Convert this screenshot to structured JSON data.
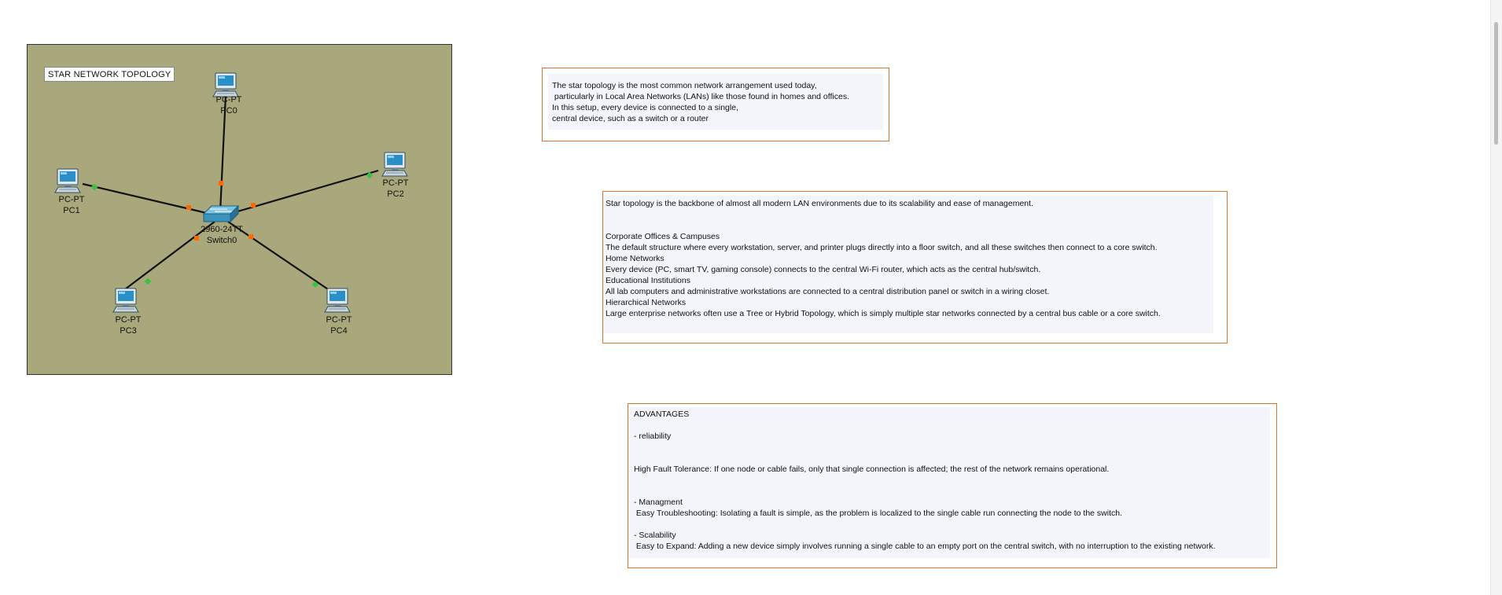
{
  "cluster": {
    "title": "STAR NETWORK TOPOLOGY",
    "background": "#a8a87c",
    "link_color": "#111111",
    "port_up_color": "#3fbf3f",
    "port_orange_color": "#ff6a00",
    "switch": {
      "model": "2960-24TT",
      "name": "Switch0",
      "icon": "switch-icon"
    },
    "devices": [
      {
        "type": "PC-PT",
        "name": "PC0",
        "icon": "pc-icon"
      },
      {
        "type": "PC-PT",
        "name": "PC1",
        "icon": "pc-icon"
      },
      {
        "type": "PC-PT",
        "name": "PC2",
        "icon": "pc-icon"
      },
      {
        "type": "PC-PT",
        "name": "PC3",
        "icon": "pc-icon"
      },
      {
        "type": "PC-PT",
        "name": "PC4",
        "icon": "pc-icon"
      }
    ]
  },
  "notes": {
    "intro": {
      "lines": [
        "The star topology is the most common network arrangement used today,",
        " particularly in Local Area Networks (LANs) like those found in homes and offices.",
        "In this setup, every device is connected to a single,",
        "central device, such as a switch or a router"
      ]
    },
    "uses": {
      "lines": [
        "Star topology is the backbone of almost all modern LAN environments due to its scalability and ease of management.",
        "",
        "",
        "Corporate Offices & Campuses",
        "The default structure where every workstation, server, and printer plugs directly into a floor switch, and all these switches then connect to a core switch.",
        "Home Networks",
        "Every device (PC, smart TV, gaming console) connects to the central Wi-Fi router, which acts as the central hub/switch.",
        "Educational Institutions",
        "All lab computers and administrative workstations are connected to a central distribution panel or switch in a wiring closet.",
        "Hierarchical Networks",
        "Large enterprise networks often use a Tree or Hybrid Topology, which is simply multiple star networks connected by a central bus cable or a core switch."
      ]
    },
    "advantages": {
      "lines": [
        "ADVANTAGES",
        "",
        "- reliability",
        "",
        "",
        "High Fault Tolerance: If one node or cable fails, only that single connection is affected; the rest of the network remains operational.",
        "",
        "",
        "- Managment",
        " Easy Troubleshooting: Isolating a fault is simple, as the problem is localized to the single cable run connecting the node to the switch.",
        "",
        "- Scalability",
        " Easy to Expand: Adding a new device simply involves running a single cable to an empty port on the central switch, with no interruption to the existing network."
      ]
    }
  },
  "colors": {
    "note_border": "#d9752a",
    "note_fill": "#f4f5fb"
  }
}
